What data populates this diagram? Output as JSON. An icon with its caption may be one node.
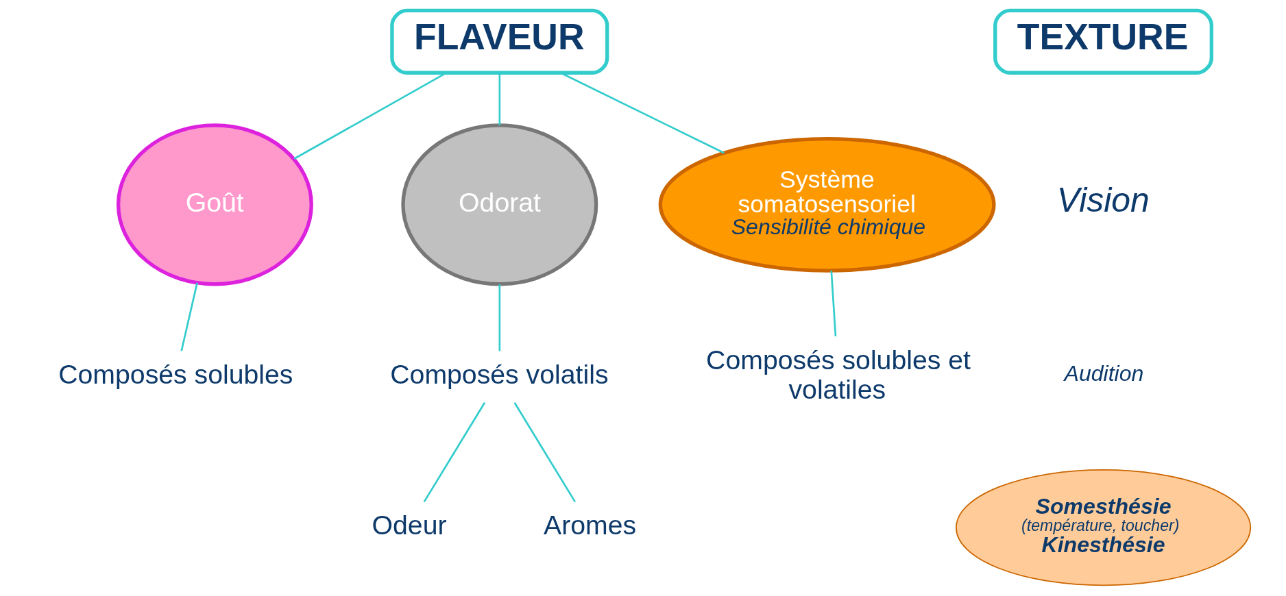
{
  "diagram": {
    "nodes": [
      {
        "text": [
          "FLAVEUR"
        ]
      },
      {
        "text": [
          "Goût"
        ]
      },
      {
        "text": [
          "Odorat"
        ]
      },
      {
        "text": [
          "Système somatosensoriel",
          "Sensibilité chimique"
        ]
      },
      {
        "text": [
          "Composés solubles"
        ]
      },
      {
        "text": [
          "Composés volatils"
        ]
      },
      {
        "text": [
          "Odeur"
        ]
      },
      {
        "text": [
          "Aromes"
        ]
      },
      {
        "text": [
          "Composés solubles et volatiles"
        ]
      },
      {
        "text": [
          "TEXTURE"
        ]
      },
      {
        "text": [
          "Somesthésie",
          "(température, toucher)",
          "Kinesthésie"
        ]
      }
    ],
    "edges": [
      {
        "from": 0,
        "to": 1,
        "arrow": "none"
      },
      {
        "from": 0,
        "to": 2,
        "arrow": "none"
      },
      {
        "from": 0,
        "to": 3,
        "arrow": "none"
      },
      {
        "from": 1,
        "to": 4,
        "arrow": "none"
      },
      {
        "from": 2,
        "to": 5,
        "arrow": "none"
      },
      {
        "from": 5,
        "to": 6,
        "arrow": "none"
      },
      {
        "from": 5,
        "to": 7,
        "arrow": "none"
      },
      {
        "from": 3,
        "to": 8,
        "arrow": "none"
      }
    ],
    "labels": [
      "Vision",
      "Audition"
    ]
  }
}
